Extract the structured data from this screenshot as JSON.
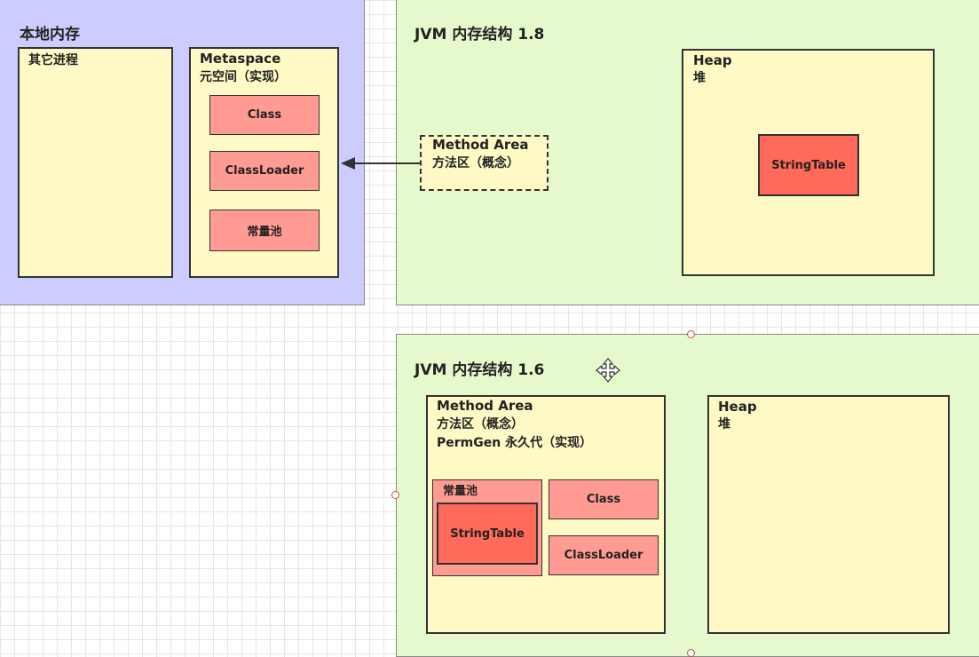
{
  "native_memory": {
    "title": "本地内存",
    "other_process": "其它进程",
    "metaspace": {
      "name": "Metaspace",
      "subtitle": "元空间（实现）",
      "items": [
        "Class",
        "ClassLoader",
        "常量池"
      ]
    }
  },
  "jvm18": {
    "title": "JVM 内存结构 1.8",
    "method_area": {
      "name": "Method Area",
      "subtitle": "方法区（概念）"
    },
    "heap": {
      "name": "Heap",
      "subtitle": "堆",
      "string_table": "StringTable"
    }
  },
  "jvm16": {
    "title": "JVM 内存结构 1.6",
    "method_area": {
      "name": "Method Area",
      "subtitle": "方法区（概念）",
      "permgen": "PermGen 永久代（实现）",
      "constant_pool": "常量池",
      "string_table": "StringTable",
      "class": "Class",
      "classloader": "ClassLoader"
    },
    "heap": {
      "name": "Heap",
      "subtitle": "堆"
    }
  },
  "colors": {
    "native_bg": "#ccccff",
    "jvm_bg": "#e6f9cc",
    "box_bg": "#fff9c6",
    "pink": "#ff9b93",
    "red": "#ff6a5a"
  },
  "icons": [
    "move-cursor-icon",
    "arrow-icon"
  ]
}
